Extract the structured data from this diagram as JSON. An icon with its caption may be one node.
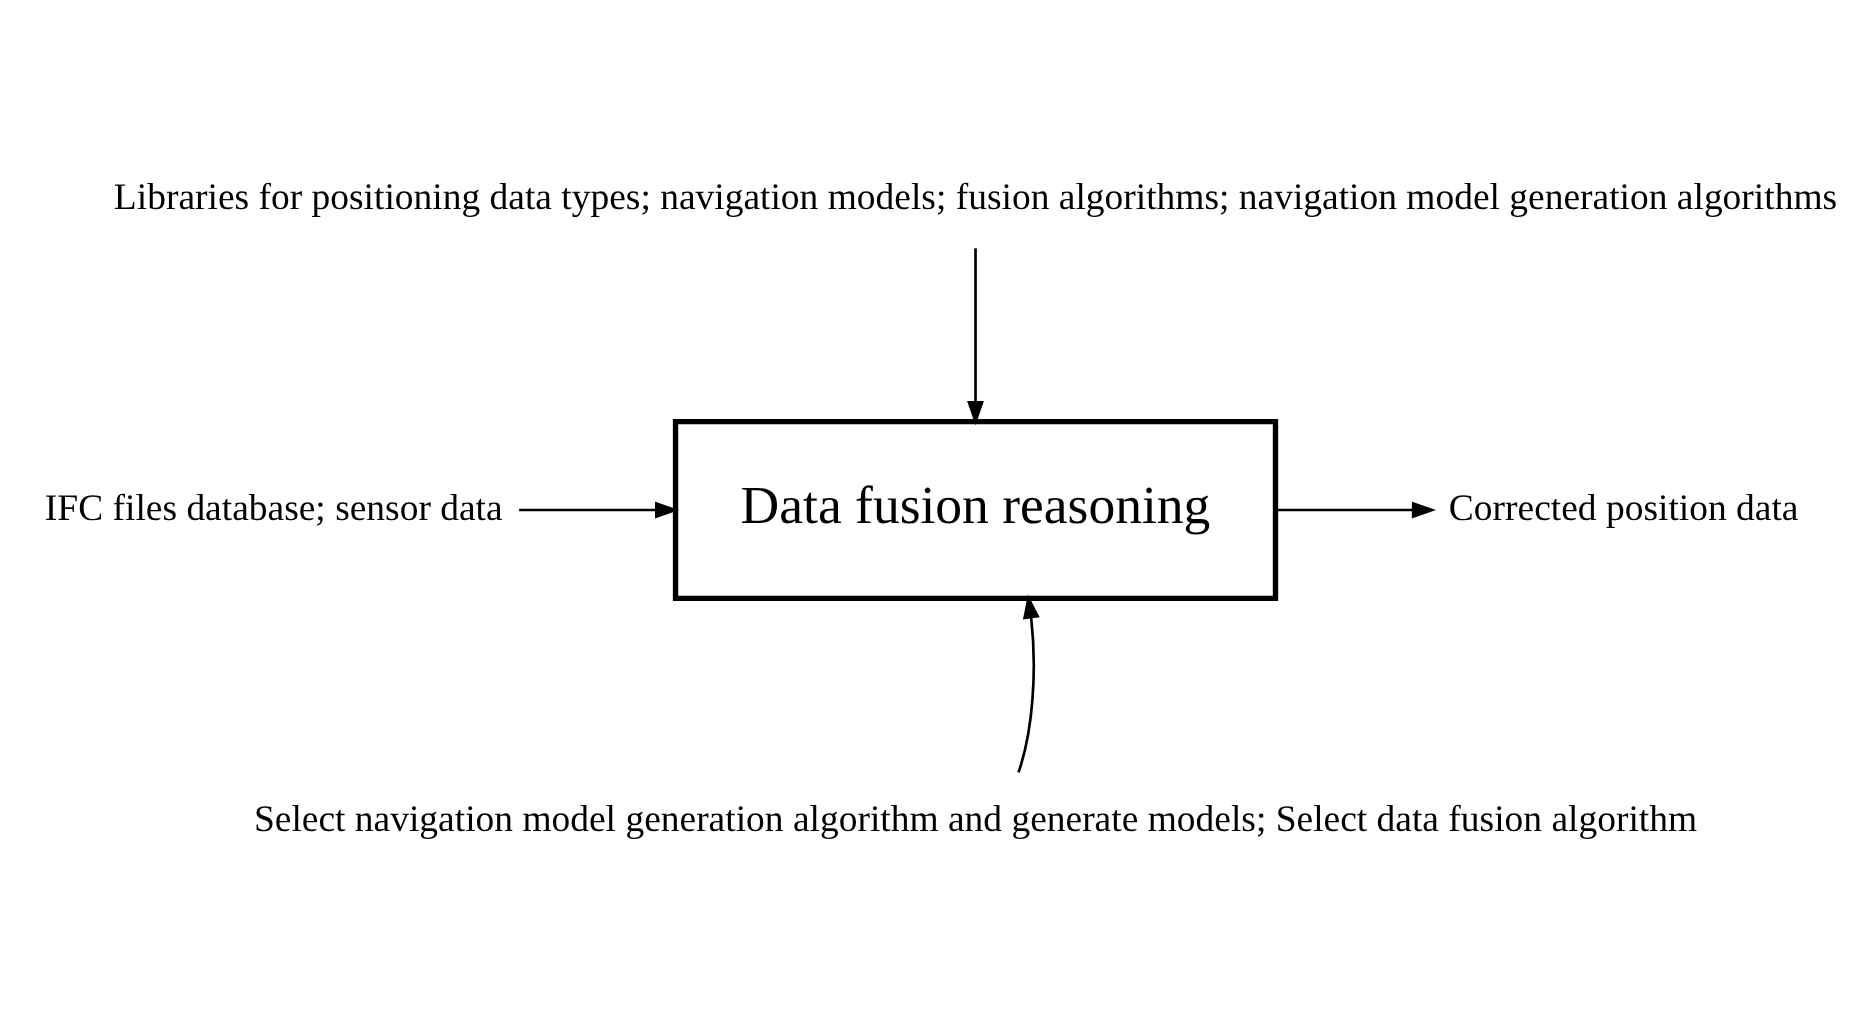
{
  "diagram": {
    "nodes": [
      {
        "text": [
          "Data fusion reasoning"
        ]
      },
      {
        "text": [
          "Libraries for positioning data types; navigation models; fusion algorithms; navigation model generation algorithms"
        ]
      },
      {
        "text": [
          "IFC files database; sensor data"
        ]
      },
      {
        "text": [
          "Corrected position data"
        ]
      },
      {
        "text": [
          "Select navigation model generation algorithm and generate models; Select data fusion algorithm"
        ]
      }
    ],
    "edges": [
      {
        "from": 1,
        "to": 0,
        "arrow": "to"
      },
      {
        "from": 2,
        "to": 0,
        "arrow": "to"
      },
      {
        "from": 0,
        "to": 3,
        "arrow": "to"
      },
      {
        "from": 4,
        "to": 0,
        "arrow": "to"
      }
    ]
  }
}
